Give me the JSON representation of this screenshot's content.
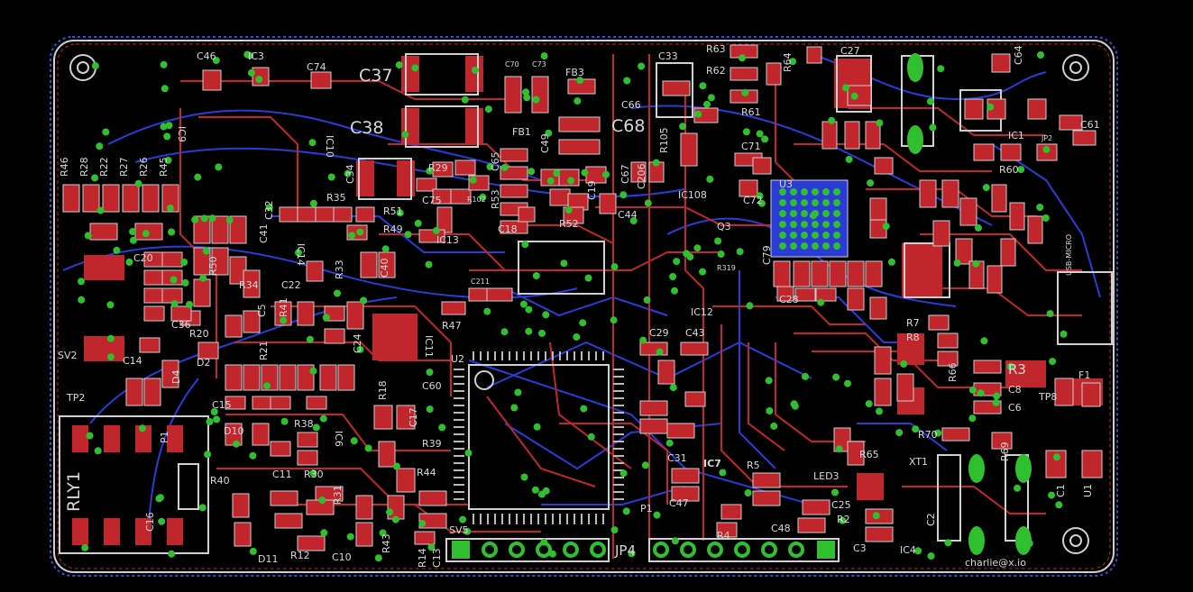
{
  "colors": {
    "background": "#000000",
    "top_copper": "#c0262b",
    "bottom_copper": "#2b3bd6",
    "silkscreen": "#d0d0d0",
    "via": "#2fbf2f",
    "outline": "#cfcfcf"
  },
  "signature": "charlie@x.io",
  "labels": {
    "c37": "C37",
    "c38": "C38",
    "c68": "C68",
    "c66": "C66",
    "c33": "C33",
    "c27": "C27",
    "c64": "C64",
    "c61": "C61",
    "c46": "C46",
    "ic3": "IC3",
    "c74": "C74",
    "c70": "C70",
    "c73": "C73",
    "fb3": "FB3",
    "r63": "R63",
    "r62": "R62",
    "r64": "R64",
    "r61": "R61",
    "ic9": "IC9",
    "ic10": "IC10",
    "c34": "C34",
    "r29": "R29",
    "c65": "C65",
    "fb1": "FB1",
    "c49": "C49",
    "r105": "R105",
    "c71": "C71",
    "ic1": "IC1",
    "jp2": "JP2",
    "r60": "R60",
    "r46": "R46",
    "r28": "R28",
    "r22": "R22",
    "r27": "R27",
    "r26": "R26",
    "r45": "R45",
    "r35": "R35",
    "r51": "R51",
    "r49": "R49",
    "c75": "C75",
    "r102": "R102",
    "r53": "R53",
    "c19": "C19",
    "c67": "C67",
    "c206": "C206",
    "ic108": "IC108",
    "c72": "C72",
    "u3": "U3",
    "q3": "Q3",
    "r52": "R52",
    "c18": "C18",
    "ic13": "IC13",
    "ic14": "IC14",
    "c44": "C44",
    "usb_micro": "USB-MICRO",
    "c20": "C20",
    "r50": "R50",
    "r34": "R34",
    "r33": "R33",
    "c40": "C40",
    "r319": "R319",
    "c79": "C79",
    "c211": "C211",
    "ic12": "IC12",
    "c28": "C28",
    "r7": "R7",
    "r8": "R8",
    "sv2": "SV2",
    "tp2": "TP2",
    "c14": "C14",
    "c36": "C36",
    "r20": "R20",
    "d2": "D2",
    "r47": "R47",
    "ic11": "IC11",
    "u2": "U2",
    "c29": "C29",
    "c43": "C43",
    "r66": "R66",
    "r3": "R3",
    "c8": "C8",
    "c6": "C6",
    "f1": "F1",
    "tp8": "TP8",
    "c15": "C15",
    "r18": "R18",
    "c60": "C60",
    "d10": "D10",
    "p1": "P1",
    "rly1": "RLY1",
    "ic6": "IC6",
    "r38": "R38",
    "c17": "C17",
    "r39": "R39",
    "r70": "R70",
    "r69": "R69",
    "xt1": "XT1",
    "r65": "R65",
    "r40": "R40",
    "c11": "C11",
    "r30": "R30",
    "r31": "R31",
    "r44": "R44",
    "c31": "C31",
    "ic7": "IC7",
    "r5": "R5",
    "led3": "LED3",
    "c47": "C47",
    "c25": "C25",
    "c48": "C48",
    "r2": "R2",
    "p1b": "P1",
    "c1": "C1",
    "u1": "U1",
    "c2": "C2",
    "c3": "C3",
    "ic4": "IC4",
    "r4": "R4",
    "d11": "D11",
    "r12": "R12",
    "c10": "C10",
    "r43": "R43",
    "sv5": "SV5",
    "jp4": "JP4",
    "c16": "C16",
    "r14": "R14",
    "c13": "C13",
    "d4": "D4",
    "r21": "R21",
    "c24": "C24",
    "c5": "C5",
    "c22": "C22",
    "c32": "C32",
    "c41": "C41",
    "r41": "R41"
  }
}
